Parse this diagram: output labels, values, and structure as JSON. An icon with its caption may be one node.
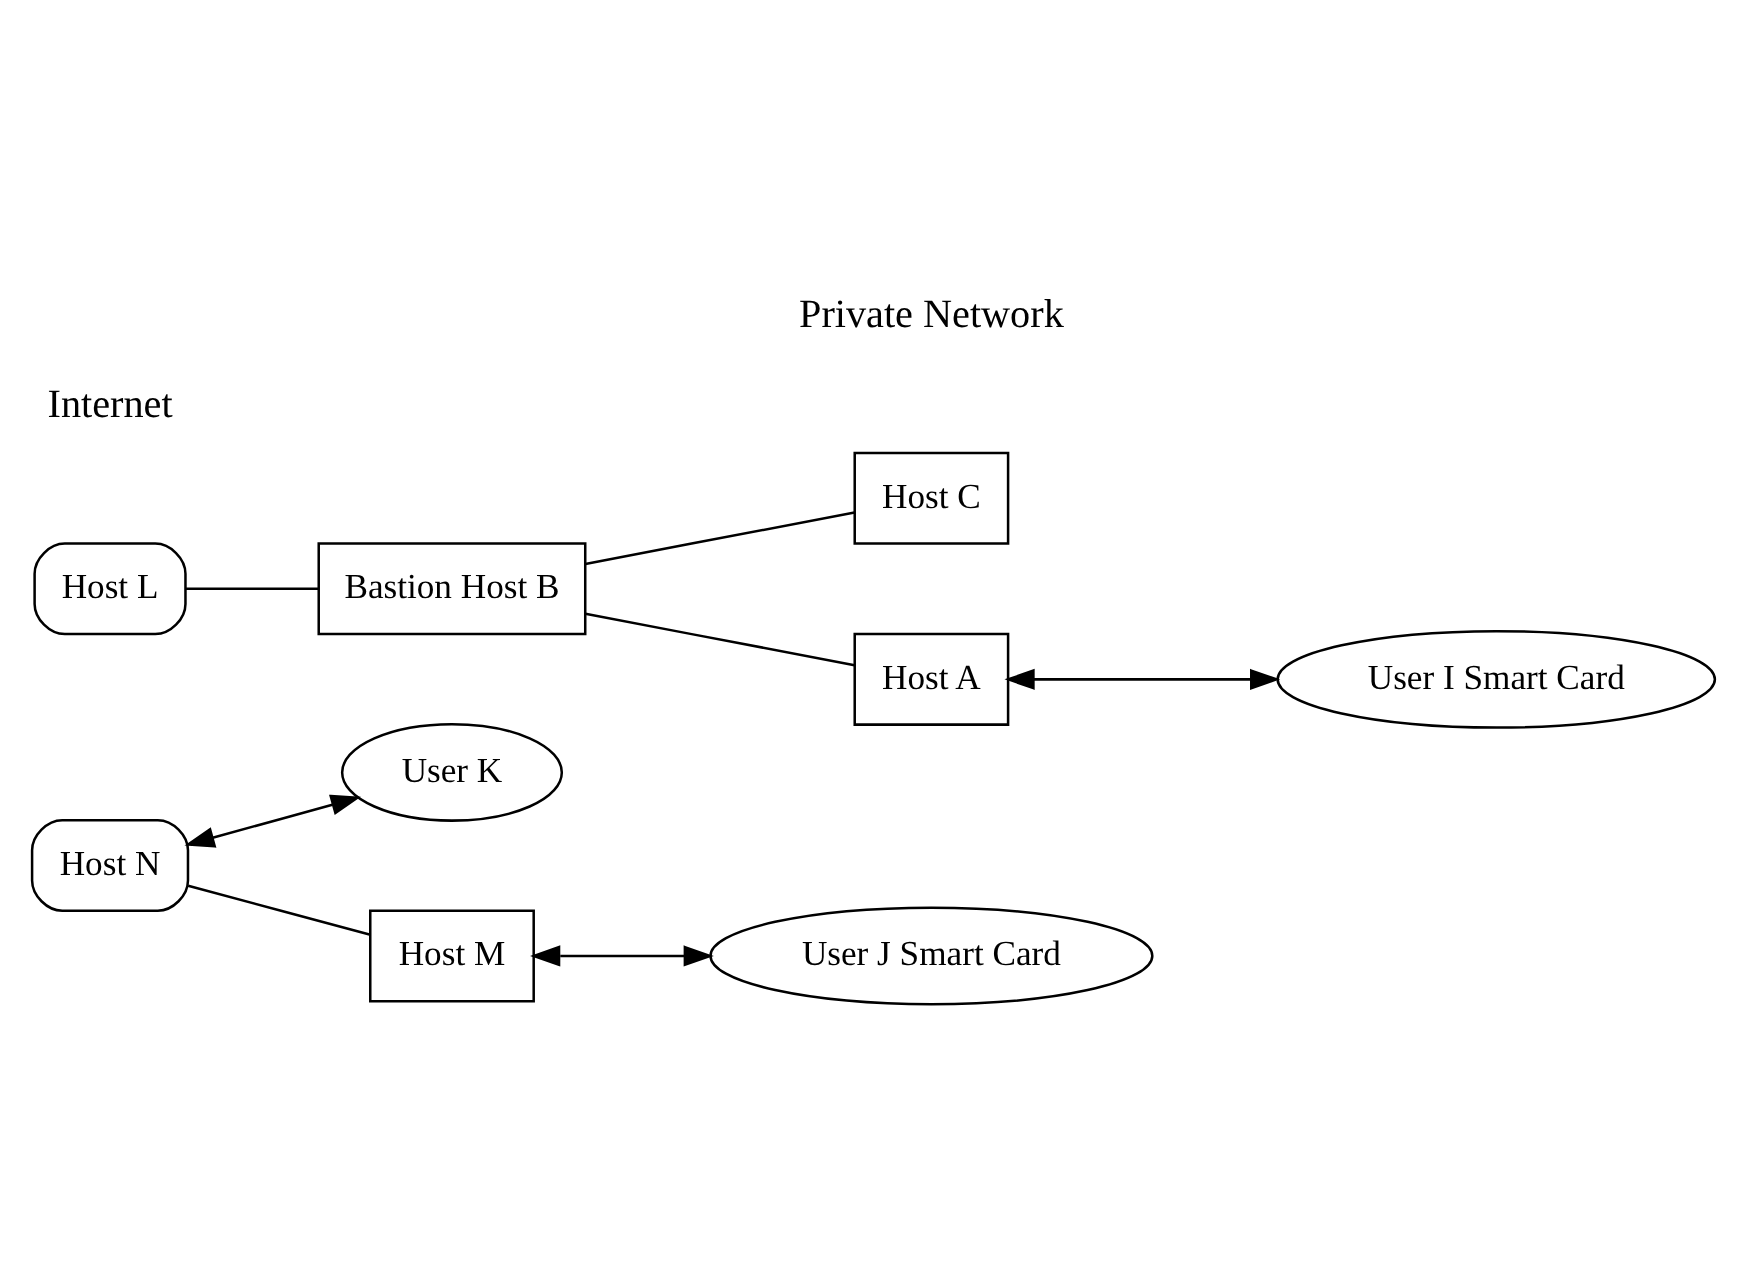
{
  "diagram": {
    "nodes": [
      {
        "text": [
          "Host N"
        ]
      },
      {
        "text": [
          "User K"
        ]
      },
      {
        "text": [
          "Host C"
        ]
      },
      {
        "text": [
          "Host L"
        ]
      },
      {
        "text": [
          "Bastion Host B"
        ]
      },
      {
        "text": [
          "Host A"
        ]
      },
      {
        "text": [
          "Host M"
        ]
      },
      {
        "text": [
          "User J Smart Card"
        ]
      },
      {
        "text": [
          "User I Smart Card"
        ]
      }
    ],
    "edges": [
      {
        "from": 0,
        "to": 1,
        "arrow": "both"
      },
      {
        "from": 3,
        "to": 4,
        "arrow": "none"
      },
      {
        "from": 0,
        "to": 6,
        "arrow": "none"
      },
      {
        "from": 4,
        "to": 2,
        "arrow": "none"
      },
      {
        "from": 4,
        "to": 5,
        "arrow": "none"
      },
      {
        "from": 6,
        "to": 7,
        "arrow": "both"
      },
      {
        "from": 5,
        "to": 8,
        "arrow": "both"
      }
    ],
    "labels": [
      "Internet",
      "Private Network"
    ]
  }
}
